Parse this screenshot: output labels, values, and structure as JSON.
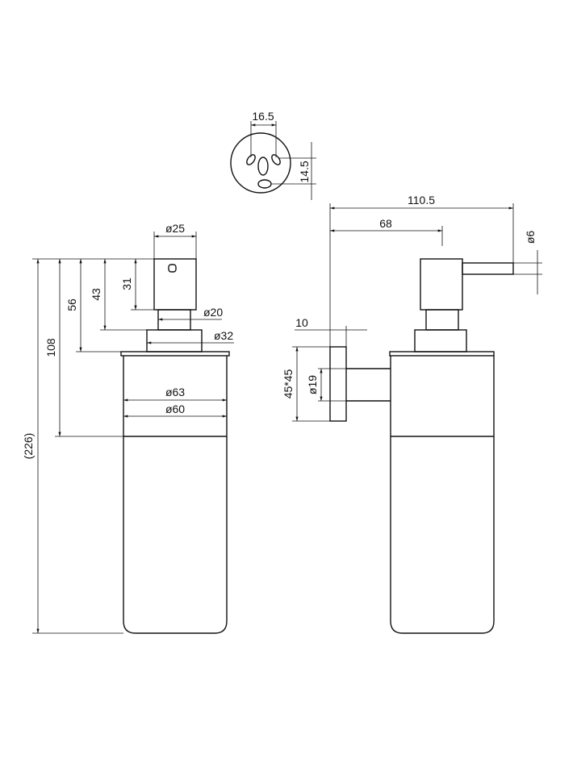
{
  "top_view": {
    "hole_spacing": "16.5",
    "hole_offset": "14.5"
  },
  "front_view": {
    "overall_height": "(226)",
    "h108": "108",
    "h56": "56",
    "h43": "43",
    "h31": "31",
    "d_cap": "ø25",
    "d_neck": "ø20",
    "d_collar": "ø32",
    "d_lid": "ø63",
    "d_body": "ø60"
  },
  "side_view": {
    "total_depth": "110.5",
    "spout_pos": "68",
    "spout_d": "ø6",
    "plate_thickness": "10",
    "plate_size": "45*45",
    "connector_d": "ø19"
  }
}
